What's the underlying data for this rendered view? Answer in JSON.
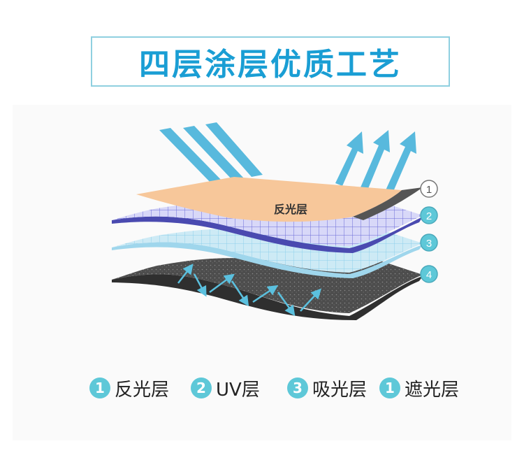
{
  "title": "四层涂层优质工艺",
  "diagram": {
    "layer_label_top": "反光层",
    "callouts": [
      "1",
      "2",
      "3",
      "4"
    ]
  },
  "legend": [
    {
      "num": "1",
      "label": "反光层"
    },
    {
      "num": "2",
      "label": "UV层"
    },
    {
      "num": "3",
      "label": "吸光层"
    },
    {
      "num": "1",
      "label": "遮光层"
    }
  ],
  "colors": {
    "accent": "#1a9ed4",
    "badge": "#5ec8d8",
    "reflect_layer": "#f7c79a",
    "uv_layer": "#b8b8f0",
    "absorb_layer": "#bfe4f2",
    "block_layer": "#4a4a4a",
    "arrow": "#5bc0de"
  }
}
